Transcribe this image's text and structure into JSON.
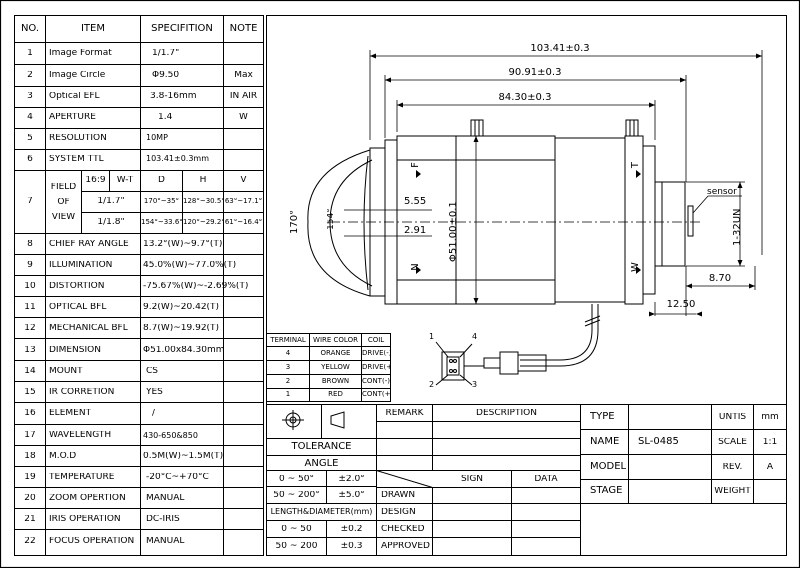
{
  "spec_table": {
    "headers": {
      "no": "NO.",
      "item": "ITEM",
      "spec": "SPECIFITION",
      "note": "NOTE"
    },
    "rows": [
      {
        "no": "1",
        "item": "Image Format",
        "spec": "1/1.7\"",
        "note": ""
      },
      {
        "no": "2",
        "item": "Image Circle",
        "spec": "Φ9.50",
        "note": "Max"
      },
      {
        "no": "3",
        "item": "Optical EFL",
        "spec": "3.8-16mm",
        "note": "IN AIR"
      },
      {
        "no": "4",
        "item": "APERTURE",
        "spec": "1.4",
        "note": "W"
      },
      {
        "no": "5",
        "item": "RESOLUTION",
        "spec": "10MP",
        "note": ""
      },
      {
        "no": "6",
        "item": "SYSTEM TTL",
        "spec": "103.41±0.3mm",
        "note": ""
      },
      {
        "no": "7",
        "item": "",
        "spec": "",
        "note": ""
      },
      {
        "no": "8",
        "item": "CHIEF RAY ANGLE",
        "spec": "13.2°(W)~9.7°(T)",
        "note": ""
      },
      {
        "no": "9",
        "item": "ILLUMINATION",
        "spec": "45.0%(W)~77.0%(T)",
        "note": ""
      },
      {
        "no": "10",
        "item": "DISTORTION",
        "spec": "-75.67%(W)~-2.69%(T)",
        "note": ""
      },
      {
        "no": "11",
        "item": "OPTICAL BFL",
        "spec": "9.2(W)~20.42(T)",
        "note": ""
      },
      {
        "no": "12",
        "item": "MECHANICAL BFL",
        "spec": "8.7(W)~19.92(T)",
        "note": ""
      },
      {
        "no": "13",
        "item": "DIMENSION",
        "spec": "Φ51.00x84.30mm",
        "note": ""
      },
      {
        "no": "14",
        "item": "MOUNT",
        "spec": "CS",
        "note": ""
      },
      {
        "no": "15",
        "item": "IR CORRETION",
        "spec": "YES",
        "note": ""
      },
      {
        "no": "16",
        "item": "ELEMENT",
        "spec": "/",
        "note": ""
      },
      {
        "no": "17",
        "item": "WAVELENGTH",
        "spec": "430-650&850",
        "note": ""
      },
      {
        "no": "18",
        "item": "M.O.D",
        "spec": "0.5M(W)~1.5M(T)",
        "note": ""
      },
      {
        "no": "19",
        "item": "TEMPERATURE",
        "spec": "-20°C~+70°C",
        "note": ""
      },
      {
        "no": "20",
        "item": "ZOOM OPERTION",
        "spec": "MANUAL",
        "note": ""
      },
      {
        "no": "21",
        "item": "IRIS OPERATION",
        "spec": "DC-IRIS",
        "note": ""
      },
      {
        "no": "22",
        "item": "FOCUS OPERATION",
        "spec": "MANUAL",
        "note": ""
      }
    ],
    "fov": {
      "label_lines": [
        "FIELD",
        "OF",
        "VIEW"
      ],
      "ratio": "16:9",
      "wt": "W-T",
      "col_d": "D",
      "col_h": "H",
      "col_v": "V",
      "r1": {
        "fmt": "1/1.7\"",
        "d": "170°~35°",
        "h": "128°~30.5°",
        "v": "63°~17.1°"
      },
      "r2": {
        "fmt": "1/1.8\"",
        "d": "154°~33.6°",
        "h": "120°~29.2°",
        "v": "61°~16.4°"
      }
    }
  },
  "drawing": {
    "dim_total": "103.41±0.3",
    "dim_mid": "90.91±0.3",
    "dim_body": "84.30±0.3",
    "dim_a": "5.55",
    "dim_b": "2.91",
    "dim_dia": "Φ51.00±0.1",
    "dim_mount": "1-32UN",
    "dim_870": "8.70",
    "dim_1250": "12.50",
    "angle_170": "170°",
    "angle_154": "154°",
    "sensor": "sensor",
    "ring_f": "F",
    "ring_n": "N",
    "ring_t": "T",
    "ring_w": "W",
    "pins": {
      "p1": "1",
      "p2": "2",
      "p3": "3",
      "p4": "4"
    }
  },
  "wire_table": {
    "headers": {
      "terminal": "TERMINAL",
      "color": "WIRE COLOR",
      "coil": "COIL"
    },
    "rows": [
      {
        "t": "4",
        "c": "ORANGE",
        "coil": "DRIVE(-)"
      },
      {
        "t": "3",
        "c": "YELLOW",
        "coil": "DRIVE(+)"
      },
      {
        "t": "2",
        "c": "BROWN",
        "coil": "CONT(-)"
      },
      {
        "t": "1",
        "c": "RED",
        "coil": "CONT(+)"
      }
    ]
  },
  "title_block": {
    "tolerance": "TOLERANCE",
    "angle": "ANGLE",
    "angle_rows": [
      {
        "range": "0 ~ 50°",
        "tol": "±2.0°"
      },
      {
        "range": "50 ~ 200°",
        "tol": "±5.0°"
      }
    ],
    "length_label": "LENGTH&DIAMETER(mm)",
    "length_rows": [
      {
        "range": "0 ~ 50",
        "tol": "±0.2"
      },
      {
        "range": "50 ~ 200",
        "tol": "±0.3"
      }
    ],
    "remark": "REMARK",
    "description": "DESCRIPTION",
    "sign": "SIGN",
    "data": "DATA",
    "drawn": "DRAWN",
    "design": "DESIGN",
    "checked": "CHECKED",
    "approved": "APPROVED",
    "type_label": "TYPE",
    "type_value": "",
    "units_label": "UNTIS",
    "units_value": "mm",
    "name_label": "NAME",
    "name_value": "SL-0485",
    "scale_label": "SCALE",
    "scale_value": "1:1",
    "model_label": "MODEL",
    "model_value": "",
    "rev_label": "REV.",
    "rev_value": "A",
    "stage_label": "STAGE",
    "stage_value": "",
    "weight_label": "WEIGHT",
    "weight_value": ""
  }
}
